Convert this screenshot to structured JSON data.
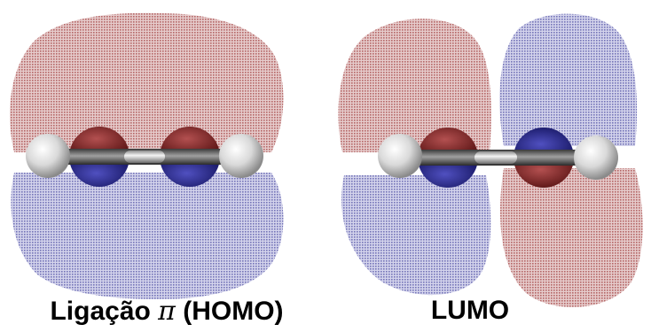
{
  "captions": {
    "homo_prefix": "Ligação ",
    "homo_symbol": "π",
    "homo_suffix": " (HOMO)",
    "lumo": "LUMO"
  },
  "colors": {
    "positive_lobe": "#c07878",
    "negative_lobe": "#7f7fbf",
    "carbon_positive": "#8b2b2b",
    "carbon_negative": "#2b2b9a",
    "bond": "#cfcfcf",
    "hydrogen": "#e8e8e8"
  },
  "panels": [
    {
      "name": "homo",
      "orbital": "bonding-pi",
      "atoms": [
        "H",
        "C",
        "C",
        "H"
      ]
    },
    {
      "name": "lumo",
      "orbital": "antibonding-pi",
      "atoms": [
        "H",
        "C",
        "C",
        "H"
      ]
    }
  ]
}
